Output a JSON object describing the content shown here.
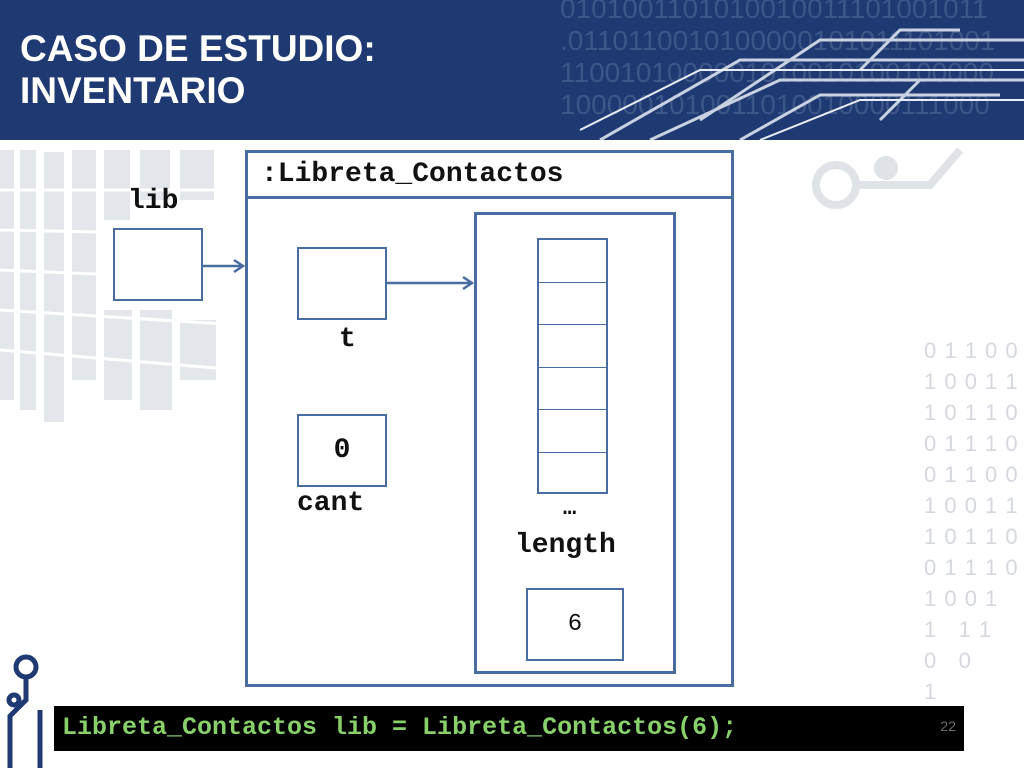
{
  "slide": {
    "title_line1": "CASO DE ESTUDIO:",
    "title_line2": "INVENTARIO",
    "page_number": "22"
  },
  "header_binary": [
    "0101001101010010011101001011",
    ".0110110010100000101011101001",
    "1100101000001010010100100000",
    "1000001010011010010000111000"
  ],
  "side_binary": [
    "0 1 1 0 0",
    "1 0 0 1 1",
    "1 0 1 1 0",
    "0 1 1 1 0",
    "0 1 1 0 0",
    "1 0 0 1 1",
    "1 0 1 1 0",
    "0 1 1 1 0",
    "1 0 0 1",
    "1   1 1",
    "0   0",
    "1"
  ],
  "diagram": {
    "lib_label": "lib",
    "object_title": ":Libreta_Contactos",
    "t_label": "t",
    "cant_label": "cant",
    "cant_value": "0",
    "ellipsis": "…",
    "length_label": "length",
    "length_value": "6",
    "array_cells": 6
  },
  "code_line": "Libreta_Contactos lib = Libreta_Contactos(6);",
  "colors": {
    "header_bg": "#1f3a72",
    "box_border": "#4a6da1",
    "code_bg": "#000000",
    "code_text": "#88d16a"
  }
}
